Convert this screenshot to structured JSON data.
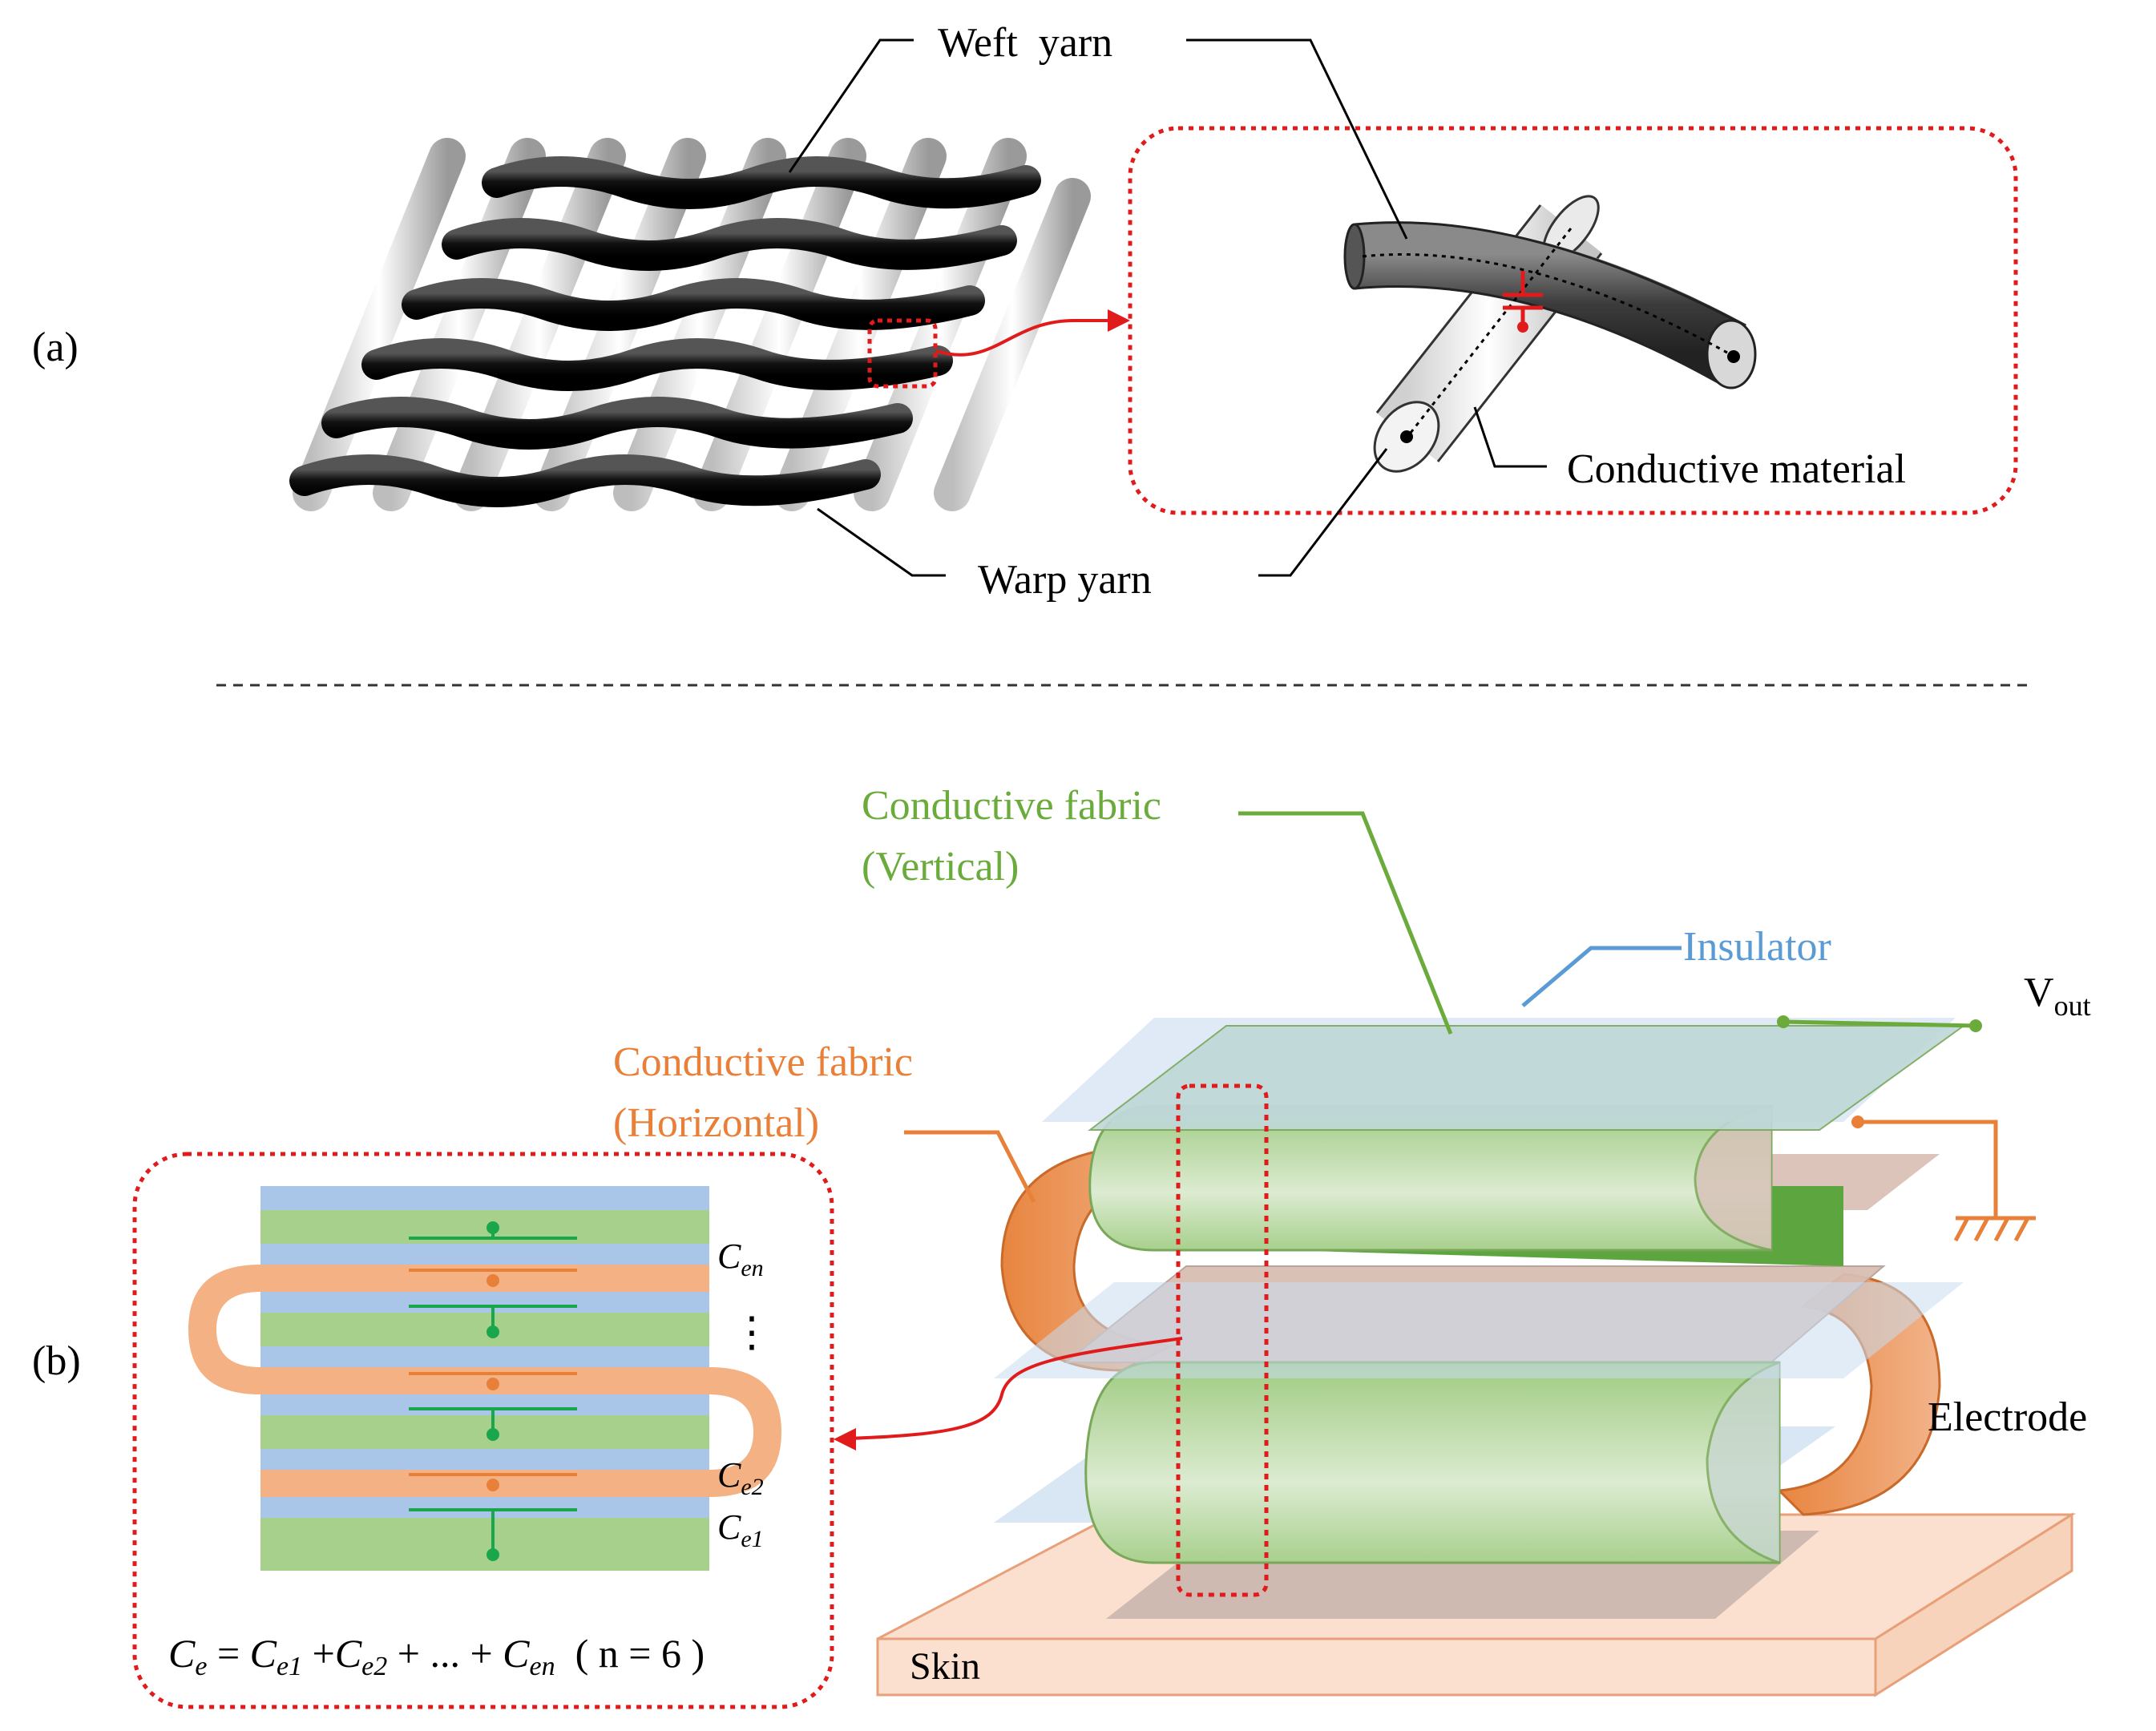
{
  "panel_a": {
    "label": "(a)",
    "weft_label": "Weft  yarn",
    "warp_label": "Warp yarn",
    "conductive_label": "Conductive material"
  },
  "panel_b": {
    "label": "(b)",
    "fabric_vertical_line1": "Conductive fabric",
    "fabric_vertical_line2": "(Vertical)",
    "fabric_horizontal_line1": "Conductive fabric",
    "fabric_horizontal_line2": "(Horizontal)",
    "insulator_label": "Insulator",
    "vout_main": "V",
    "vout_sub": "out",
    "electrode_label": "Electrode",
    "skin_label": "Skin",
    "cap_en_main": "C",
    "cap_en_sub": "en",
    "cap_e2_main": "C",
    "cap_e2_sub": "e2",
    "cap_e1_main": "C",
    "cap_e1_sub": "e1",
    "ellipsis": "⋮",
    "formula": {
      "c1": "C",
      "s1": "e",
      "eq": " = ",
      "c2": "C",
      "s2": "e1",
      "plus1": " +",
      "c3": "C",
      "s3": "e2",
      "plus2": " + ... + ",
      "c4": "C",
      "s4": "en",
      "tail": "  ( n = 6 )"
    }
  },
  "colors": {
    "green_text": "#6aab3c",
    "orange_text": "#e8803a",
    "blue_text": "#5b9bd5",
    "red_dotted": "#e11b1b",
    "green_fill": "#a8d08d",
    "blue_fill": "#a9c6e8",
    "orange_fill": "#f4b183",
    "skin_fill": "#fbe0cf"
  }
}
